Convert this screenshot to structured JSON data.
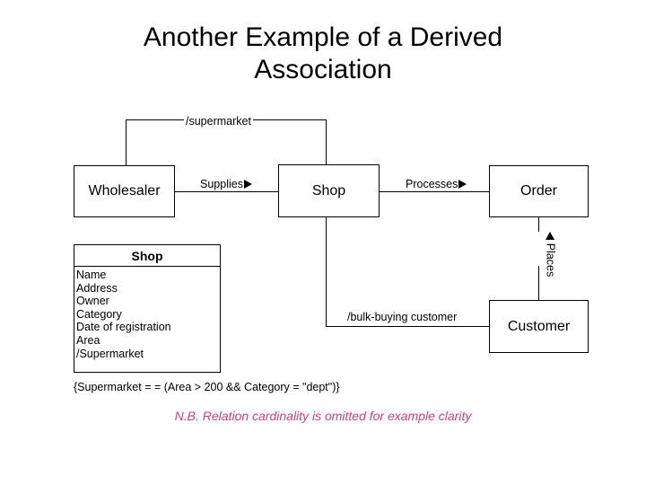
{
  "slide": {
    "title_line1": "Another Example of a Derived",
    "title_line2": "Association",
    "note": "N.B. Relation cardinality is omitted for example clarity",
    "constraint": "{Supermarket = = (Area > 200 && Category = \"dept\")}",
    "note_color": "#c4457b",
    "line_color": "#000000",
    "background": "#ffffff"
  },
  "boxes": {
    "wholesaler": "Wholesaler",
    "shop": "Shop",
    "order": "Order",
    "customer": "Customer"
  },
  "class_box": {
    "name": "Shop",
    "attributes": [
      "Name",
      "Address",
      "Owner",
      "Category",
      "Date of registration",
      "Area",
      "/Supermarket"
    ]
  },
  "associations": {
    "supermarket": "/supermarket",
    "supplies": "Supplies",
    "processes": "Processes",
    "places": "Places",
    "bulk_buying": "/bulk-buying customer"
  }
}
